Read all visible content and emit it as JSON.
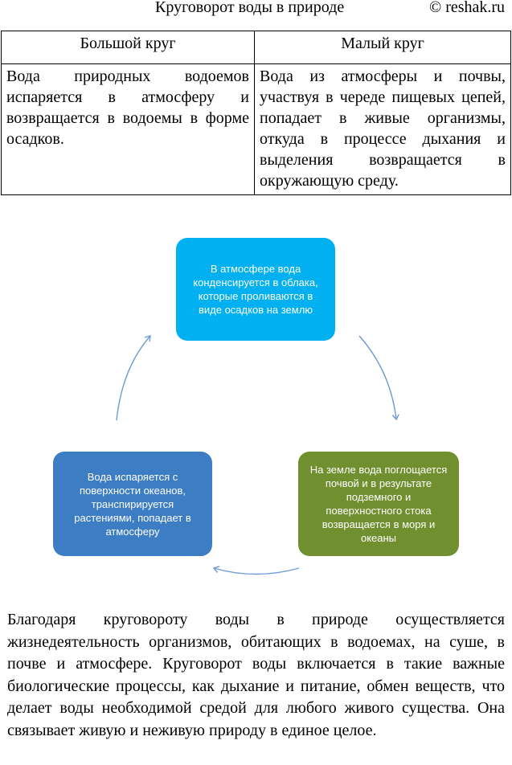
{
  "header": {
    "title": "Круговорот воды в природе",
    "watermark": "© reshak.ru"
  },
  "table": {
    "columns": [
      "Большой круг",
      "Малый круг"
    ],
    "rows": [
      [
        "Вода природных водоемов испаряется в атмосферу и возвращается в водоемы в форме осадков.",
        "Вода из атмосферы и почвы, участвуя в череде пищевых цепей, попадает в живые организмы, откуда в процессе дыхания и выделения возвращается в окружающую среду."
      ]
    ]
  },
  "diagram": {
    "boxes": {
      "top": {
        "text": "В атмосфере вода конденсируется в облака, которые проливаются в виде осадков на землю",
        "color": "#00b0f0"
      },
      "right": {
        "text": "На земле вода поглощается почвой и в результате подземного и поверхностного стока возвращается в моря и океаны",
        "color": "#70902f"
      },
      "left": {
        "text": "Вода испаряется с поверхности океанов, транспирируется растениями, попадает в атмосферу",
        "color": "#3d7dc4"
      }
    },
    "arrow_color": "#6e9cd4"
  },
  "paragraph": "Благодаря круговороту воды в природе осуществляется жизнедеятельность организмов, обитающих в водоемах, на суше, в почве и атмосфере. Круговорот воды включается в такие важные биологические процессы, как дыхание и питание, обмен веществ, что делает воды необходимой средой для любого живого существа. Она связывает живую и неживую природу в единое целое."
}
